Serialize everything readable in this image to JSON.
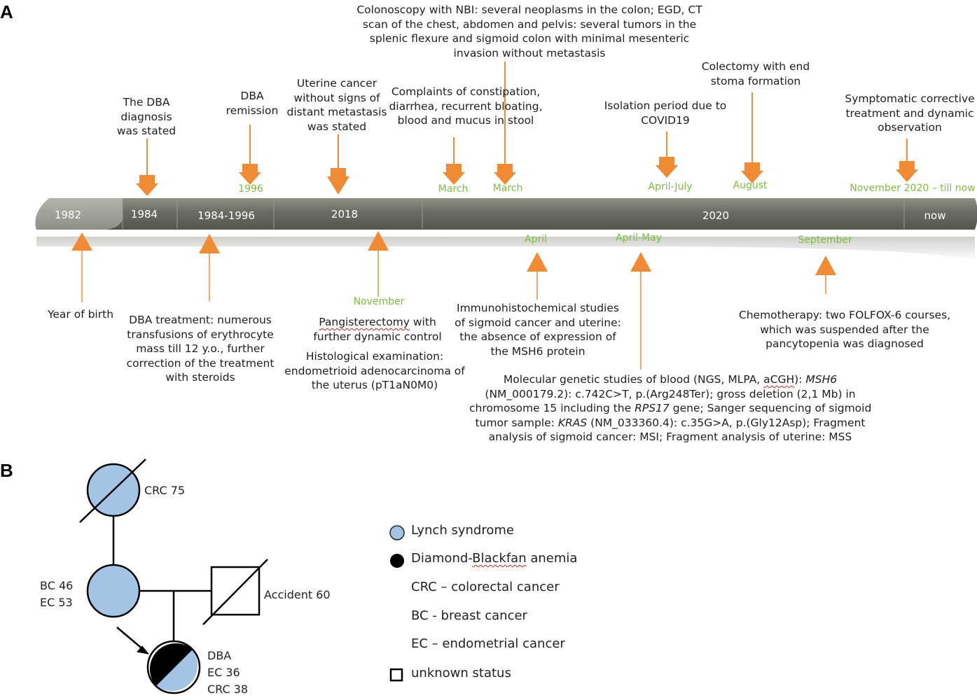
{
  "panels": {
    "a": "A",
    "b": "B"
  },
  "timeline": {
    "bar_segments": [
      "1982",
      "1984",
      "1984-1996",
      "2018",
      "2020",
      "now"
    ],
    "top_dates": [
      "1996",
      "March",
      "March",
      "April-July",
      "August",
      "November 2020 – till now"
    ],
    "bottom_dates": [
      "November",
      "April",
      "April-May",
      "September"
    ],
    "top_events": {
      "dba_diagnosis": [
        "The DBA",
        "diagnosis",
        "was stated"
      ],
      "dba_remission": [
        "DBA",
        "remission"
      ],
      "uterine_cancer": [
        "Uterine cancer",
        "without signs of",
        "distant metastasis",
        "was stated"
      ],
      "complaints": [
        "Complaints of constipation,",
        "diarrhea, recurrent bloating,",
        "blood and mucus in stool"
      ],
      "colonoscopy": [
        "Colonoscopy with NBI: several neoplasms in the colon; EGD, CT",
        "scan of the chest, abdomen and pelvis: several tumors in the",
        "splenic flexure and sigmoid colon with minimal  mesenteric",
        "invasion without metastasis"
      ],
      "isolation": [
        "Isolation period due to",
        "COVID19"
      ],
      "colectomy": [
        "Colectomy with end",
        "stoma formation"
      ],
      "symptomatic": [
        "Symptomatic corrective",
        "treatment and dynamic",
        "observation"
      ]
    },
    "bottom_events": {
      "birth": "Year of birth",
      "dba_treatment": [
        "DBA treatment: numerous",
        "transfusions of erythrocyte",
        "mass till 12 y.o., further",
        "correction of the treatment",
        "with steroids"
      ],
      "pangisterectomy_word": "Pangisterectomy",
      "pangisterectomy_rest": " with",
      "pangisterectomy_line2": "further dynamic control",
      "histological": [
        "Histological examination:",
        "endometrioid adenocarcinoma of",
        "the uterus (pT1aN0M0)"
      ],
      "ihc": [
        "Immunohistochemical studies",
        "of sigmoid cancer and uterine:",
        "the absence of expression of",
        "the MSH6 protein"
      ],
      "molecular": {
        "l1a": "Molecular genetic studies of blood (NGS, MLPA, ",
        "l1b": "aCGH",
        "l1c": "): ",
        "l1d": "MSH6",
        "l2": "(NM_000179.2): c.742C>T, p.(Arg248Ter); gross deletion (2,1 Mb) in",
        "l3a": "chromosome 15 including the ",
        "l3b": "RPS17",
        "l3c": " gene; Sanger sequencing of sigmoid",
        "l4a": "tumor sample: ",
        "l4b": "KRAS",
        "l4c": " (NM_033360.4): c.35G>A, p.(Gly12Asp); Fragment",
        "l5": "analysis of sigmoid cancer: MSI; Fragment analysis of uterine: MSS"
      },
      "chemo": [
        "Chemotherapy: two FOLFOX-6 courses,",
        "which was suspended after the",
        "pancytopenia was diagnosed"
      ]
    }
  },
  "pedigree": {
    "grandmother": "CRC 75",
    "mother": [
      "BC 46",
      "EC 53"
    ],
    "father": "Accident 60",
    "proband": [
      "DBA",
      "EC 36",
      "CRC 38"
    ]
  },
  "legend": {
    "lynch": "Lynch syndrome",
    "dba_a": "Diamond-",
    "dba_b": "Blackfan",
    "dba_c": " anemia",
    "crc": "CRC – colorectal cancer",
    "bc": "BC - breast cancer",
    "ec": "EC – endometrial cancer",
    "unknown": "unknown status"
  },
  "colors": {
    "arrow": "#f08a33",
    "bar": "#6e6e66",
    "green_text": "#7cbf3e",
    "lynch_fill": "#a4c4e6"
  }
}
